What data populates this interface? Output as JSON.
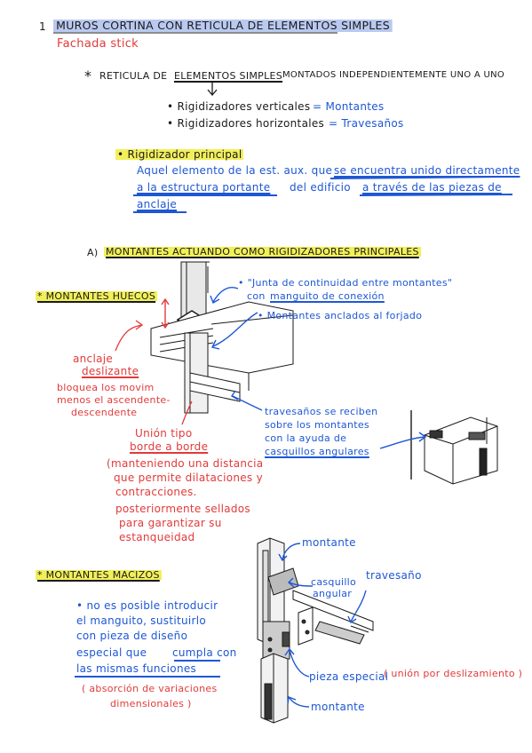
{
  "section1": {
    "number": "1",
    "title": "MUROS CORTINA CON RETICULA DE ELEMENTOS SIMPLES",
    "subtitle": "Fachada stick"
  },
  "reticula": {
    "bullet": "*",
    "text_a": "RETICULA DE",
    "text_b": "ELEMENTOS SIMPLES",
    "text_c": "MONTADOS INDEPENDIENTEMENTE UNO A UNO",
    "items": [
      {
        "label": "• Rigidizadores verticales",
        "eq": "= Montantes"
      },
      {
        "label": "• Rigidizadores horizontales",
        "eq": "= Travesaños"
      }
    ]
  },
  "rigidizador": {
    "label": "• Rigidizador principal",
    "line1a": "Aquel elemento de la est. aux. que",
    "line1b": "se encuentra unido directamente",
    "line2a": "a la estructura portante",
    "line2b": "del edificio",
    "line2c": "a través de las piezas de",
    "line3": "anclaje"
  },
  "sectionA": {
    "number": "A)",
    "title": "MONTANTES ACTUANDO COMO RIGIDIZADORES PRINCIPALES"
  },
  "huecos": {
    "heading": "* MONTANTES HUECOS",
    "note1a": "• \"Junta de continuidad entre montantes\"",
    "note1b": "con",
    "note1c": "manguito de conexión",
    "note2": "• Montantes anclados al forjado",
    "anclaje1": "anclaje",
    "anclaje2": "deslizante",
    "bloquea1": "bloquea los movim",
    "bloquea2": "menos el ascendente-",
    "bloquea3": "descendente",
    "travesanos1": "travesaños se reciben",
    "travesanos2": "sobre los montantes",
    "travesanos3": "con la ayuda de",
    "travesanos4": "casquillos angulares",
    "union1": "Unión tipo",
    "union2": "borde a borde",
    "paren1": "(manteniendo una distancia",
    "paren2": "que permite dilataciones y",
    "paren3": "contracciones.",
    "post1": "posteriormente sellados",
    "post2": "para garantizar su",
    "post3": "estanqueidad"
  },
  "macizos": {
    "heading": "* MONTANTES MACIZOS",
    "line1": "• no es posible introducir",
    "line2": "el manguito, sustituirlo",
    "line3": "con pieza de diseño",
    "line4a": "especial que",
    "line4b": "cumpla con",
    "line5": "las mismas funciones",
    "line6": "( absorción de variaciones",
    "line7": "dimensionales )",
    "lbl_montante_top": "montante",
    "lbl_casquillo1": "casquillo",
    "lbl_casquillo2": "angular",
    "lbl_travesano": "travesaño",
    "lbl_pieza": "pieza especial",
    "lbl_union": "( unión por deslizamiento )",
    "lbl_montante_bottom": "montante"
  },
  "colors": {
    "ink": "#1a1a1a",
    "blue": "#1e57d4",
    "red": "#e23a3a",
    "highlight_yellow": "#f2f05a",
    "highlight_blue": "#b9c9f0"
  }
}
